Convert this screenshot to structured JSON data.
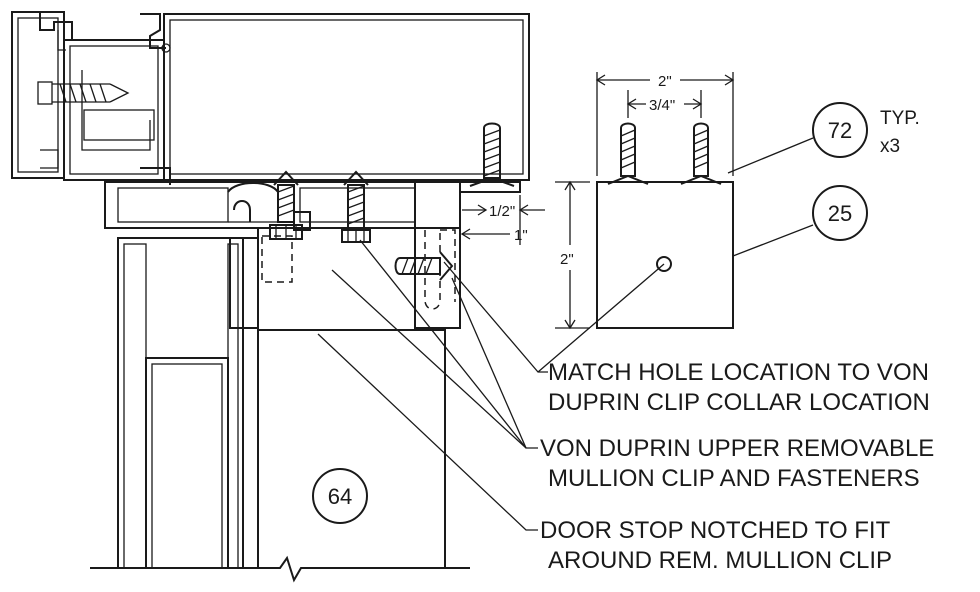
{
  "callouts": {
    "match_hole": {
      "line1": "MATCH HOLE LOCATION TO VON",
      "line2": "DUPRIN CLIP COLLAR LOCATION"
    },
    "von_duprin": {
      "line1": "VON DUPRIN UPPER REMOVABLE",
      "line2": "MULLION CLIP AND FASTENERS"
    },
    "door_stop": {
      "line1": "DOOR STOP NOTCHED TO FIT",
      "line2": "AROUND REM. MULLION CLIP"
    }
  },
  "bubbles": {
    "b72": "72",
    "b25": "25",
    "b64": "64"
  },
  "typ": {
    "line1": "TYP.",
    "line2": "x3"
  },
  "dimensions": {
    "width_2in": "2\"",
    "spacing_3_4in": "3/4\"",
    "half_inch": "1/2\"",
    "one_inch": "1\"",
    "height_2in": "2\""
  }
}
